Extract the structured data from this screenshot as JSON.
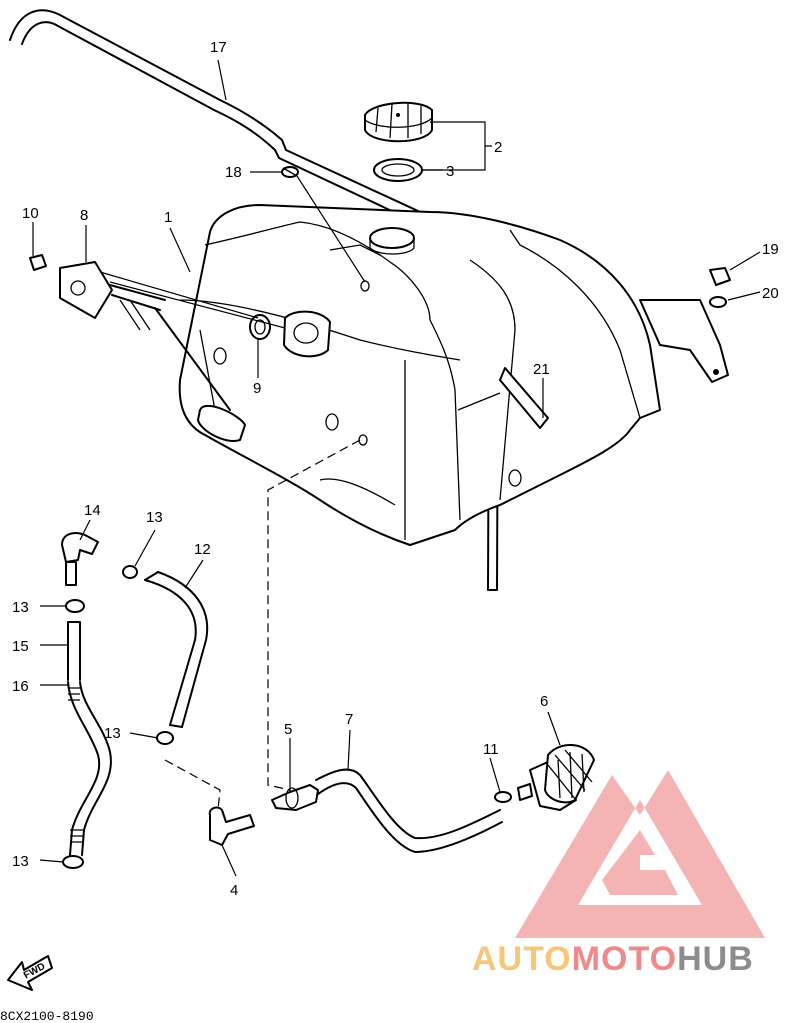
{
  "diagram": {
    "drawing_code": "8CX2100-8190",
    "fwd_label": "FWD",
    "parts": [
      {
        "key": "p1",
        "number": "1"
      },
      {
        "key": "p2",
        "number": "2"
      },
      {
        "key": "p3",
        "number": "3"
      },
      {
        "key": "p4",
        "number": "4"
      },
      {
        "key": "p5",
        "number": "5"
      },
      {
        "key": "p6",
        "number": "6"
      },
      {
        "key": "p7",
        "number": "7"
      },
      {
        "key": "p8",
        "number": "8"
      },
      {
        "key": "p9",
        "number": "9"
      },
      {
        "key": "p10",
        "number": "10"
      },
      {
        "key": "p11",
        "number": "11"
      },
      {
        "key": "p12",
        "number": "12"
      },
      {
        "key": "p13",
        "number": "13"
      },
      {
        "key": "p14",
        "number": "14"
      },
      {
        "key": "p15",
        "number": "15"
      },
      {
        "key": "p16",
        "number": "16"
      },
      {
        "key": "p17",
        "number": "17"
      },
      {
        "key": "p18",
        "number": "18"
      },
      {
        "key": "p19",
        "number": "19"
      },
      {
        "key": "p20",
        "number": "20"
      },
      {
        "key": "p21",
        "number": "21"
      }
    ]
  },
  "watermark": {
    "part1": "AUTO",
    "part2": "MOTO",
    "part3": "HUB",
    "colors": {
      "auto": "#f5c77a",
      "moto": "#f08a8a",
      "hub": "#8c8c8c",
      "triangle": "#f29b9b"
    }
  }
}
